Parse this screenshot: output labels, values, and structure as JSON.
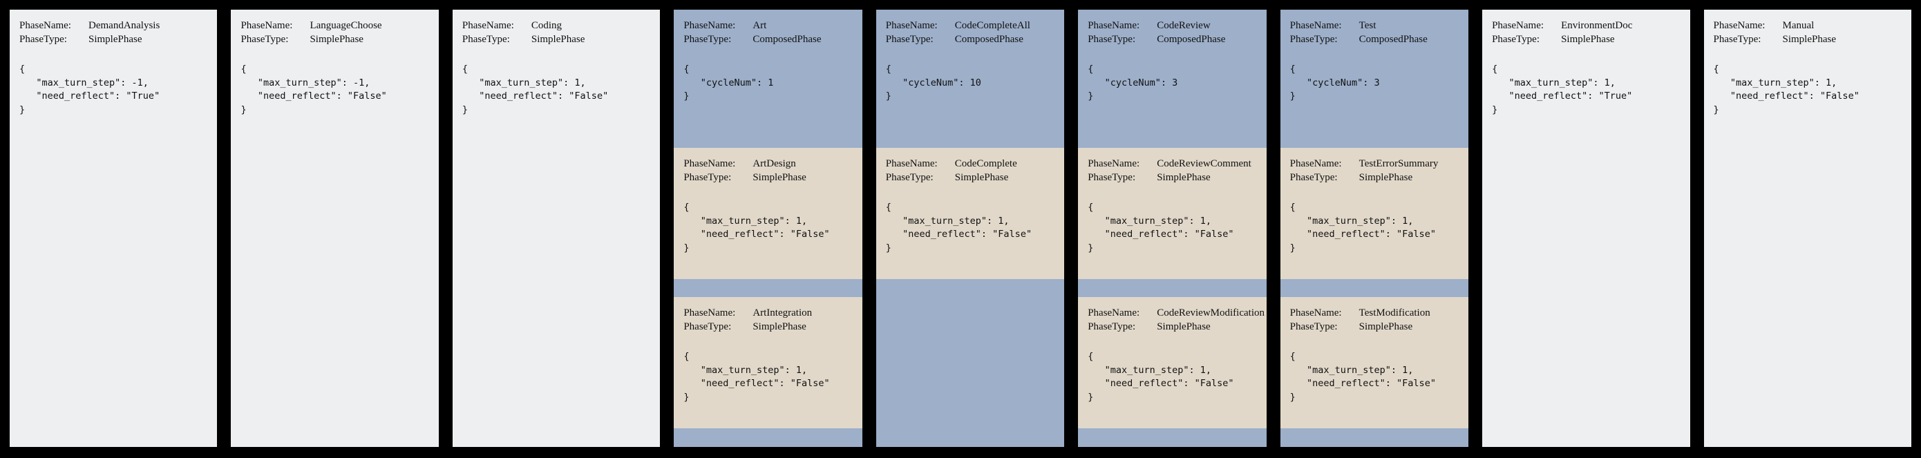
{
  "labels": {
    "phase_name": "PhaseName:",
    "phase_type": "PhaseType:"
  },
  "colors": {
    "background": "#000000",
    "simple_phase_bg": "#edeff0",
    "composed_phase_bg": "#9dafc9",
    "subphase_bg": "#e1d8c9",
    "text": "#111111"
  },
  "columns": [
    {
      "kind": "simple",
      "name": "DemandAnalysis",
      "ptype": "SimplePhase",
      "config": "{\n   \"max_turn_step\": -1,\n   \"need_reflect\": \"True\"\n}"
    },
    {
      "kind": "simple",
      "name": "LanguageChoose",
      "ptype": "SimplePhase",
      "config": "{\n   \"max_turn_step\": -1,\n   \"need_reflect\": \"False\"\n}"
    },
    {
      "kind": "simple",
      "name": "Coding",
      "ptype": "SimplePhase",
      "config": "{\n   \"max_turn_step\": 1,\n   \"need_reflect\": \"False\"\n}"
    },
    {
      "kind": "composed",
      "name": "Art",
      "ptype": "ComposedPhase",
      "config": "{\n   \"cycleNum\": 1\n}",
      "subphases": [
        {
          "name": "ArtDesign",
          "ptype": "SimplePhase",
          "config": "{\n   \"max_turn_step\": 1,\n   \"need_reflect\": \"False\"\n}"
        },
        {
          "name": "ArtIntegration",
          "ptype": "SimplePhase",
          "config": "{\n   \"max_turn_step\": 1,\n   \"need_reflect\": \"False\"\n}"
        }
      ]
    },
    {
      "kind": "composed",
      "name": "CodeCompleteAll",
      "ptype": "ComposedPhase",
      "config": "{\n   \"cycleNum\": 10\n}",
      "subphases": [
        {
          "name": "CodeComplete",
          "ptype": "SimplePhase",
          "config": "{\n   \"max_turn_step\": 1,\n   \"need_reflect\": \"False\"\n}"
        }
      ]
    },
    {
      "kind": "composed",
      "name": "CodeReview",
      "ptype": "ComposedPhase",
      "config": "{\n   \"cycleNum\": 3\n}",
      "subphases": [
        {
          "name": "CodeReviewComment",
          "ptype": "SimplePhase",
          "config": "{\n   \"max_turn_step\": 1,\n   \"need_reflect\": \"False\"\n}"
        },
        {
          "name": "CodeReviewModification",
          "ptype": "SimplePhase",
          "config": "{\n   \"max_turn_step\": 1,\n   \"need_reflect\": \"False\"\n}"
        }
      ]
    },
    {
      "kind": "composed",
      "name": "Test",
      "ptype": "ComposedPhase",
      "config": "{\n   \"cycleNum\": 3\n}",
      "subphases": [
        {
          "name": "TestErrorSummary",
          "ptype": "SimplePhase",
          "config": "{\n   \"max_turn_step\": 1,\n   \"need_reflect\": \"False\"\n}"
        },
        {
          "name": "TestModification",
          "ptype": "SimplePhase",
          "config": "{\n   \"max_turn_step\": 1,\n   \"need_reflect\": \"False\"\n}"
        }
      ]
    },
    {
      "kind": "simple",
      "name": "EnvironmentDoc",
      "ptype": "SimplePhase",
      "config": "{\n   \"max_turn_step\": 1,\n   \"need_reflect\": \"True\"\n}"
    },
    {
      "kind": "simple",
      "name": "Manual",
      "ptype": "SimplePhase",
      "config": "{\n   \"max_turn_step\": 1,\n   \"need_reflect\": \"False\"\n}"
    }
  ]
}
